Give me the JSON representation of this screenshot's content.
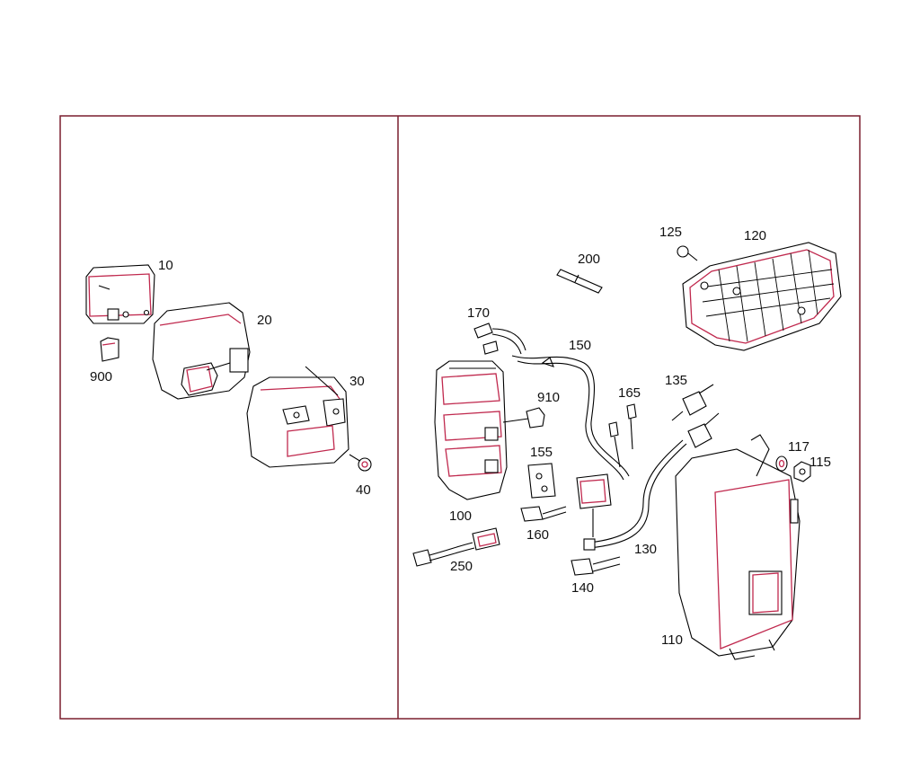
{
  "labels": {
    "p10": "10",
    "p20": "20",
    "p30": "30",
    "p40": "40",
    "p900": "900",
    "p100": "100",
    "p110": "110",
    "p115": "115",
    "p117": "117",
    "p120": "120",
    "p125": "125",
    "p130": "130",
    "p135": "135",
    "p140": "140",
    "p150": "150",
    "p155": "155",
    "p160": "160",
    "p165": "165",
    "p170": "170",
    "p200": "200",
    "p250": "250",
    "p910": "910"
  },
  "colors": {
    "frame": "#7a1f2e",
    "accent": "#c0294e",
    "line": "#000000"
  }
}
